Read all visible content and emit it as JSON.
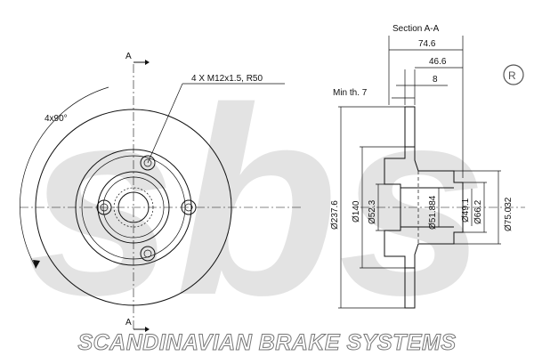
{
  "brand": {
    "watermark_text": "sbs",
    "registered_mark": "®",
    "company_name": "SCANDINAVIAN BRAKE SYSTEMS",
    "watermark_color": "#e3e3e3"
  },
  "front_view": {
    "section_mark_top": "A",
    "section_mark_bottom": "A",
    "rotation_label": "4x90°",
    "bolt_label": "4 X M12x1.5, R50"
  },
  "section_view": {
    "title": "Section A-A",
    "min_thickness": "Min th. 7",
    "horizontal_dims": [
      "74.6",
      "46.6",
      "8"
    ],
    "vertical_dims": [
      "Ø237.6",
      "Ø140",
      "Ø52.3",
      "Ø51.884",
      "Ø49.1",
      "Ø66.2",
      "Ø75.032"
    ]
  }
}
